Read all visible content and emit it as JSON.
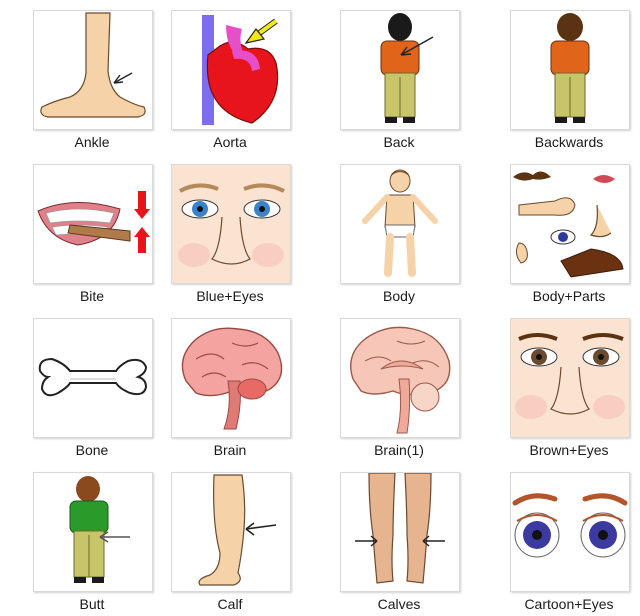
{
  "icons": [
    {
      "label": "Ankle",
      "icon": "ankle-icon"
    },
    {
      "label": "Aorta",
      "icon": "aorta-heart-icon"
    },
    {
      "label": "Back",
      "icon": "back-person-icon"
    },
    {
      "label": "Backwards",
      "icon": "backwards-person-icon"
    },
    {
      "label": "Bite",
      "icon": "bite-mouth-icon"
    },
    {
      "label": "Blue+Eyes",
      "icon": "blue-eyes-face-icon"
    },
    {
      "label": "Body",
      "icon": "body-figure-icon"
    },
    {
      "label": "Body+Parts",
      "icon": "body-parts-icon"
    },
    {
      "label": "Bone",
      "icon": "bone-icon"
    },
    {
      "label": "Brain",
      "icon": "brain-icon"
    },
    {
      "label": "Brain(1)",
      "icon": "brain-section-icon"
    },
    {
      "label": "Brown+Eyes",
      "icon": "brown-eyes-face-icon"
    },
    {
      "label": "Butt",
      "icon": "butt-person-icon"
    },
    {
      "label": "Calf",
      "icon": "calf-leg-icon"
    },
    {
      "label": "Calves",
      "icon": "calves-legs-icon"
    },
    {
      "label": "Cartoon+Eyes",
      "icon": "cartoon-eyes-icon"
    }
  ]
}
